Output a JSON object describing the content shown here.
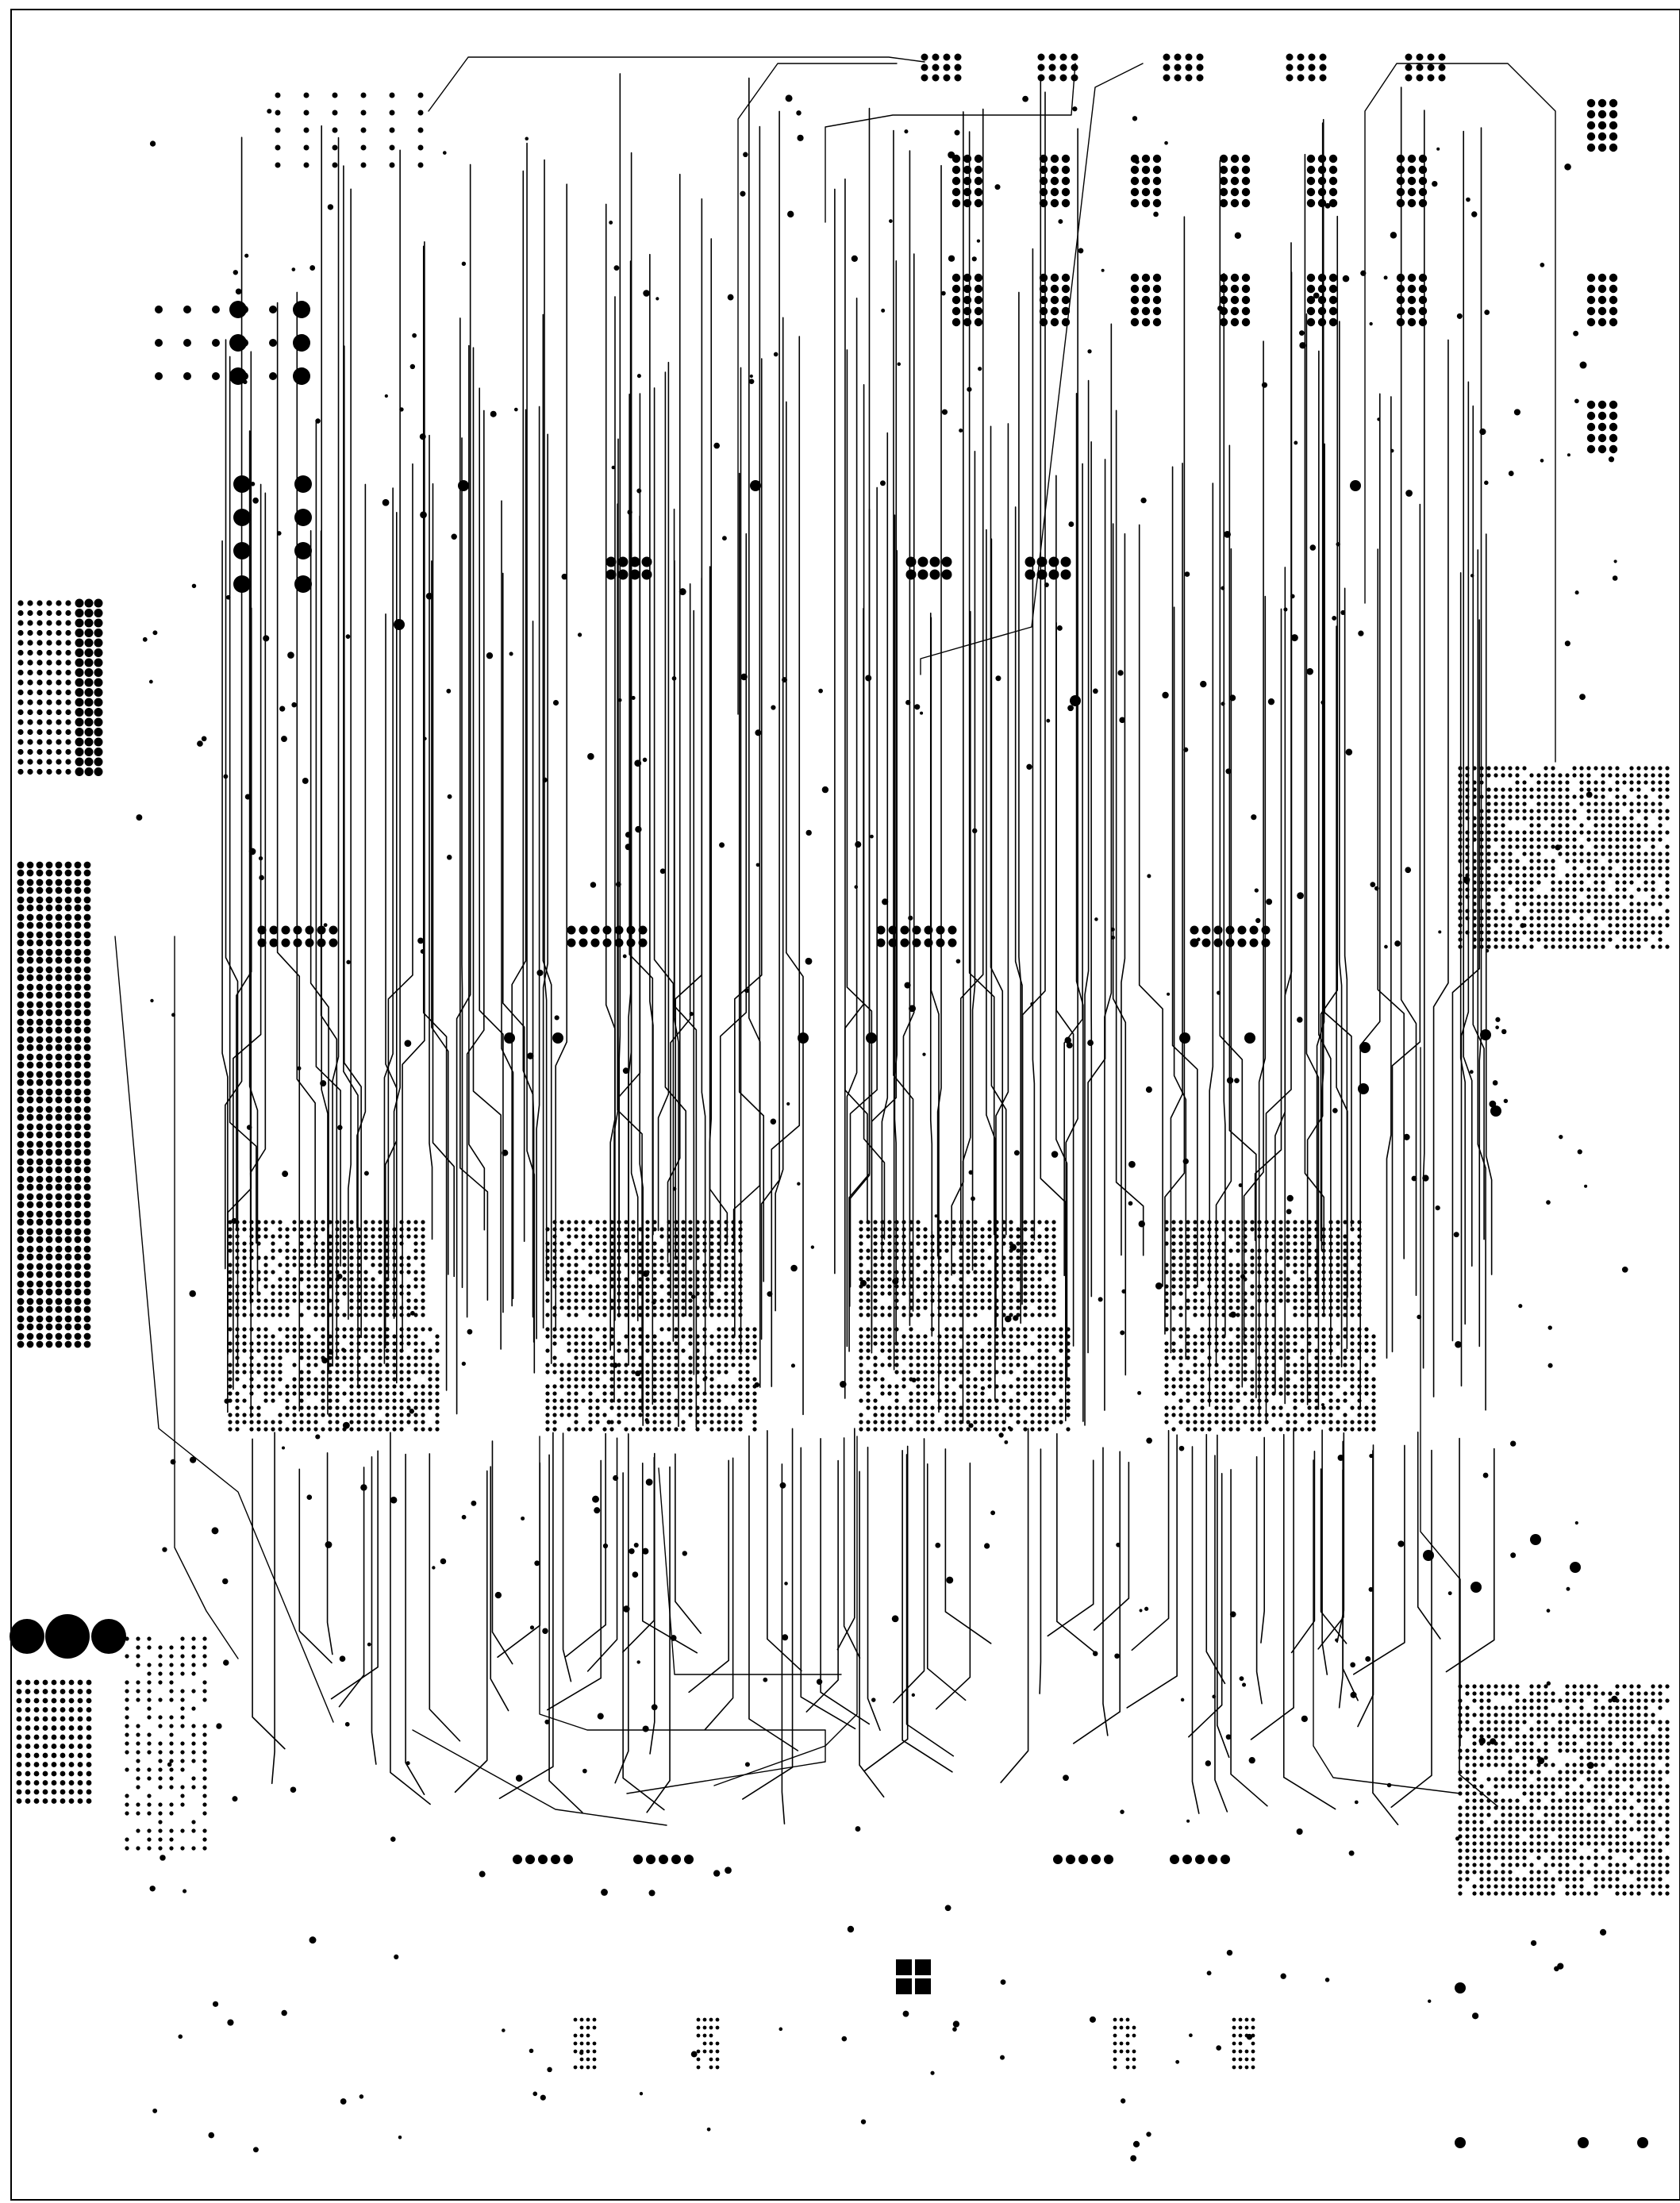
{
  "layer": {
    "kind": "pcb-copper-layer",
    "ink_color": "#000000",
    "paper_color": "#ffffff",
    "has_text": false
  },
  "regions": {
    "ic_packages": [
      "bga-top-1",
      "bga-top-2",
      "bga-top-3",
      "bga-top-4",
      "bga-bottom-1",
      "bga-bottom-2",
      "bga-bottom-3",
      "bga-bottom-4",
      "bga-right-upper",
      "bga-right-lower"
    ],
    "connectors": [
      "edge-connector-left-upper",
      "edge-connector-left-middle",
      "edge-connector-left-lower"
    ],
    "mounting_holes": [
      "mounting-hole-left-1",
      "mounting-hole-left-2",
      "mounting-hole-left-3"
    ]
  }
}
